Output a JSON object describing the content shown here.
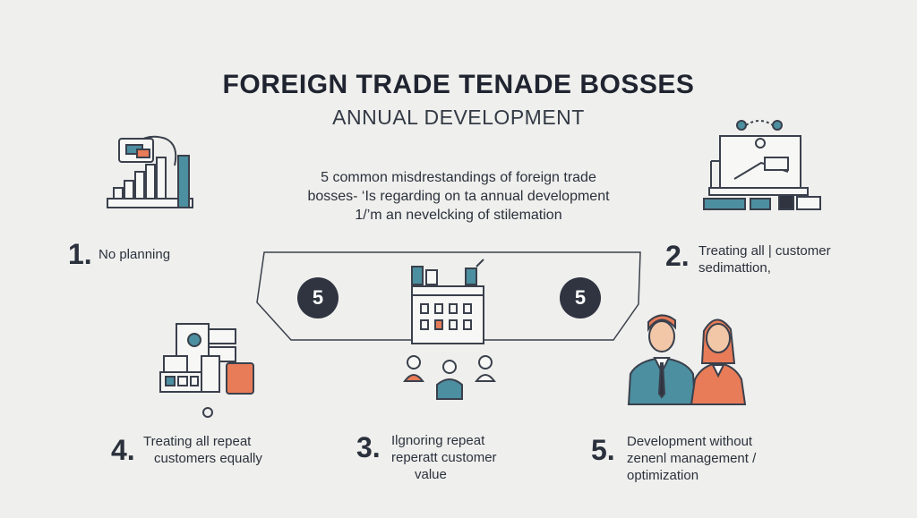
{
  "header": {
    "title": "FOREIGN TRADE TENADE BOSSES",
    "subtitle": "ANNUAL DEVELOPMENT"
  },
  "intro": {
    "lines": [
      "5 common misdrestandings of foreign trade",
      "bosses- ‘Is regarding on ta annual development",
      "1/’m an nevelcking of stilemation"
    ]
  },
  "center": {
    "badge_left": "5",
    "badge_right": "5"
  },
  "items": [
    {
      "number": "1.",
      "lines": [
        "No planning"
      ]
    },
    {
      "number": "2.",
      "lines": [
        "Treating all |  customer",
        "sedimattion,"
      ]
    },
    {
      "number": "3.",
      "lines": [
        "Ilgnoring repeat",
        "reperatt customer",
        "value"
      ]
    },
    {
      "number": "4.",
      "lines": [
        "Treating  all repeat",
        "customers equally"
      ]
    },
    {
      "number": "5.",
      "lines": [
        "Development without",
        "zenenl management /",
        "optimization"
      ]
    }
  ],
  "colors": {
    "background": "#efefed",
    "text": "#2f3541",
    "teal": "#4c8fa0",
    "orange": "#e87b58",
    "dark": "#2f3440"
  }
}
